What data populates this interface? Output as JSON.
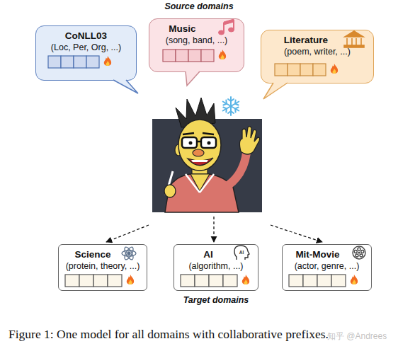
{
  "diagram": {
    "caption": "Figure 1: One model for all domains with collaborative prefixes.",
    "nodes": [
      {
        "text": [
          "CoNLL03",
          "(Loc, Per, Org, ...)"
        ]
      },
      {
        "text": [
          "Music",
          "(song, band, ...)"
        ]
      },
      {
        "text": [
          "Literature",
          "(poem, writer, ...)"
        ]
      },
      {
        "text": [
          "Science",
          "(protein, theory, ...)"
        ]
      },
      {
        "text": [
          "AI",
          "(algorithm, ...)"
        ]
      },
      {
        "text": [
          "Mit-Movie",
          "(actor, genre, ...)"
        ]
      }
    ],
    "labels": [
      "Source domains",
      "AI",
      "Target domains",
      "知乎 @Andrees"
    ]
  }
}
